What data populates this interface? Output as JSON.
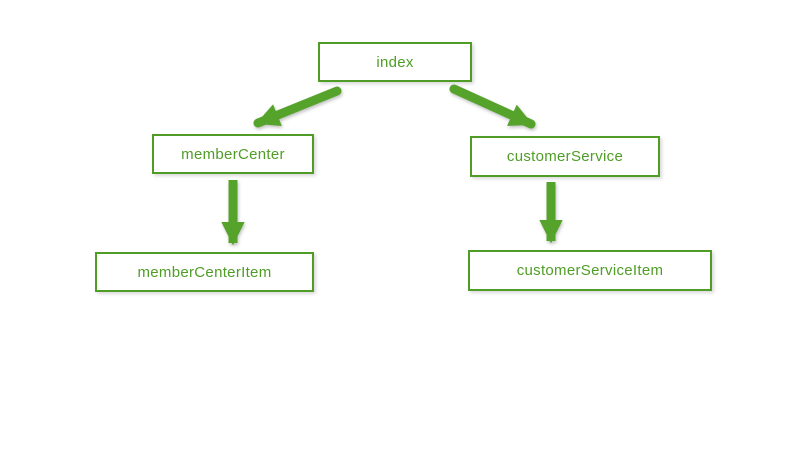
{
  "diagram": {
    "type": "tree",
    "nodes": {
      "index": {
        "label": "index"
      },
      "memberCenter": {
        "label": "memberCenter"
      },
      "customerService": {
        "label": "customerService"
      },
      "memberCenterItem": {
        "label": "memberCenterItem"
      },
      "customerServiceItem": {
        "label": "customerServiceItem"
      }
    },
    "edges": [
      {
        "from": "index",
        "to": "memberCenter"
      },
      {
        "from": "index",
        "to": "customerService"
      },
      {
        "from": "memberCenter",
        "to": "memberCenterItem"
      },
      {
        "from": "customerService",
        "to": "customerServiceItem"
      }
    ],
    "colors": {
      "node_border": "#4f9d26",
      "node_text": "#4f9d26",
      "arrow": "#56a32c",
      "background": "#ffffff"
    }
  }
}
